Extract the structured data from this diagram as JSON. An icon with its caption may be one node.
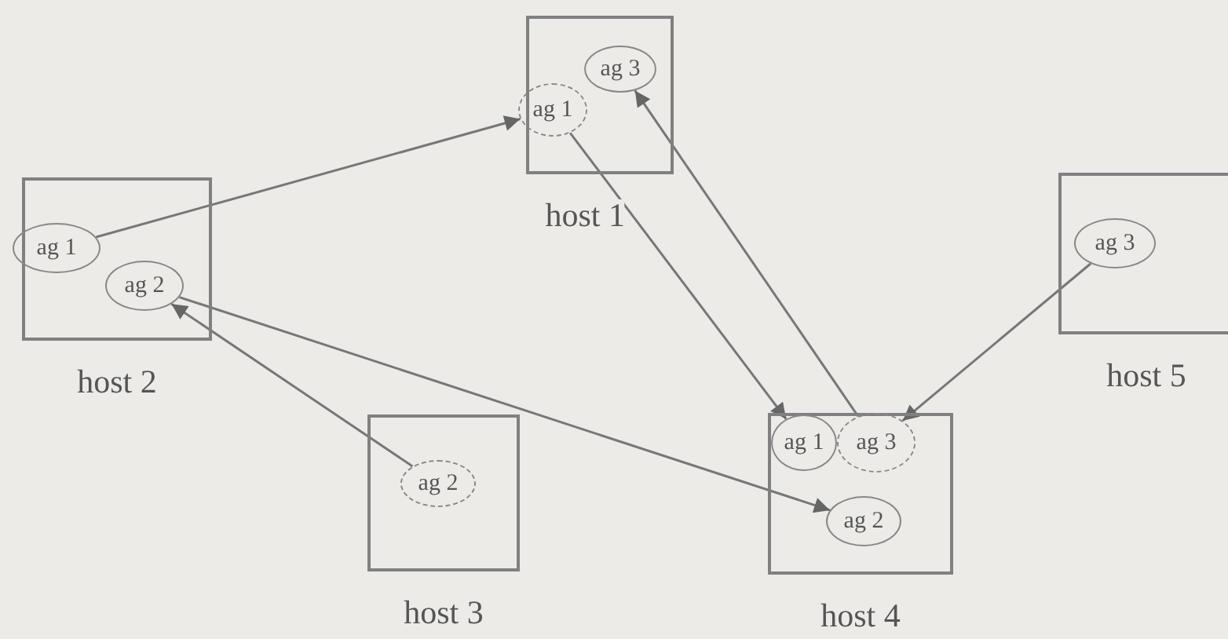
{
  "diagram": {
    "nodes": [
      {
        "text": [
          "host 1"
        ]
      },
      {
        "text": [
          "ag 1"
        ],
        "in": 0
      },
      {
        "text": [
          "ag 3"
        ],
        "in": 0
      },
      {
        "text": [
          "host 2"
        ]
      },
      {
        "text": [
          "ag 1"
        ],
        "in": 3
      },
      {
        "text": [
          "ag 2"
        ],
        "in": 3
      },
      {
        "text": [
          "host 3"
        ]
      },
      {
        "text": [
          "ag 2"
        ],
        "in": 6
      },
      {
        "text": [
          "host 4"
        ]
      },
      {
        "text": [
          "ag 1"
        ],
        "in": 8
      },
      {
        "text": [
          "ag 3"
        ],
        "in": 8
      },
      {
        "text": [
          "ag 2"
        ],
        "in": 8
      },
      {
        "text": [
          "host 5"
        ]
      },
      {
        "text": [
          "ag 3"
        ],
        "in": 12
      }
    ],
    "edges": [
      {
        "from": 4,
        "to": 1,
        "arrow": "to"
      },
      {
        "from": 1,
        "to": 9,
        "arrow": "to"
      },
      {
        "from": 10,
        "to": 2,
        "arrow": "to"
      },
      {
        "from": 13,
        "to": 10,
        "arrow": "to"
      },
      {
        "from": 5,
        "to": 11,
        "arrow": "to"
      },
      {
        "from": 7,
        "to": 5,
        "arrow": "to"
      }
    ]
  }
}
